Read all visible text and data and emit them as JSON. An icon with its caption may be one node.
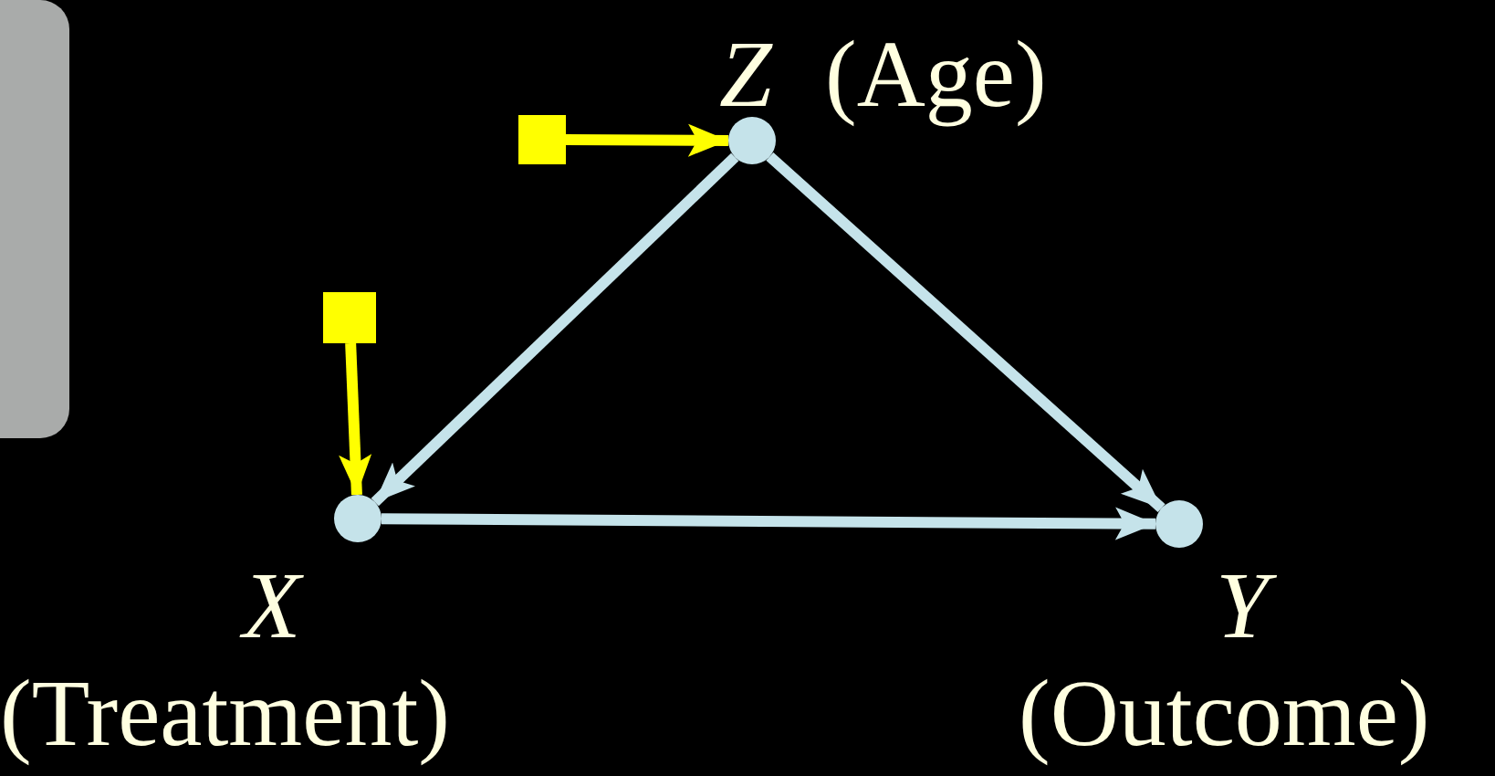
{
  "diagram": {
    "nodes": [
      {
        "text": [
          "Z",
          "(Age)"
        ]
      },
      {
        "text": [],
        "shape": "box"
      },
      {
        "text": [],
        "shape": "box"
      },
      {
        "text": [
          "X",
          "(Treatment)"
        ]
      },
      {
        "text": [
          "Y",
          "(Outcome)"
        ]
      }
    ],
    "edges": [
      {
        "from": 0,
        "to": 3,
        "arrow": "to"
      },
      {
        "from": 0,
        "to": 4,
        "arrow": "to"
      },
      {
        "from": 3,
        "to": 4,
        "arrow": "to"
      },
      {
        "from": 1,
        "to": 0,
        "arrow": "to",
        "color": "#ffff00"
      },
      {
        "from": 2,
        "to": 3,
        "arrow": "to",
        "color": "#ffff00"
      }
    ]
  }
}
